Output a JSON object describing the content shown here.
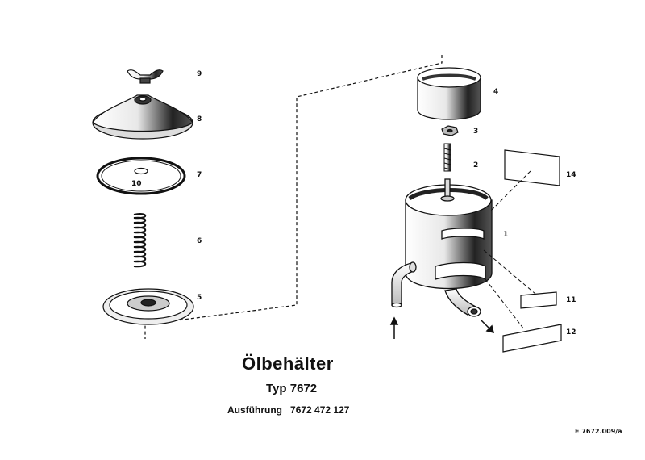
{
  "title": "Ölbehälter",
  "subtitle": "Typ 7672",
  "execution_label": "Ausführung",
  "execution_number": "7672 472 127",
  "drawing_code": "E 7672.009/a",
  "parts": {
    "p1": "1",
    "p2": "2",
    "p3": "3",
    "p4": "4",
    "p5": "5",
    "p6": "6",
    "p7": "7",
    "p8": "8",
    "p9": "9",
    "p10": "10",
    "p11": "11",
    "p12": "12",
    "p14": "14"
  },
  "colors": {
    "ink": "#111111",
    "paper": "#ffffff"
  }
}
